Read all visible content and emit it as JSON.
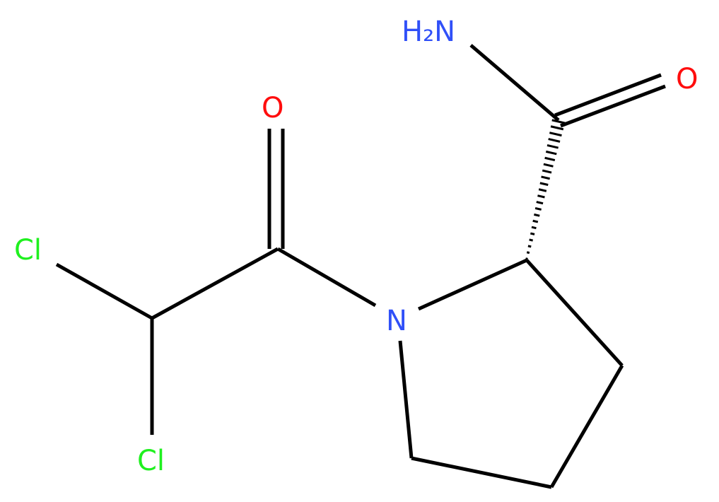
{
  "molecule": {
    "atoms": {
      "amide_nitrogen": {
        "text": "H₂N",
        "color": "#3050F8"
      },
      "amide_oxygen": {
        "text": "O",
        "color": "#FF0D0D"
      },
      "acyl_oxygen": {
        "text": "O",
        "color": "#FF0D0D"
      },
      "ring_nitrogen": {
        "text": "N",
        "color": "#3050F8"
      },
      "chlorine_top": {
        "text": "Cl",
        "color": "#1FF01F"
      },
      "chlorine_bottom": {
        "text": "Cl",
        "color": "#1FF01F"
      }
    },
    "bond_color": "#000000"
  }
}
